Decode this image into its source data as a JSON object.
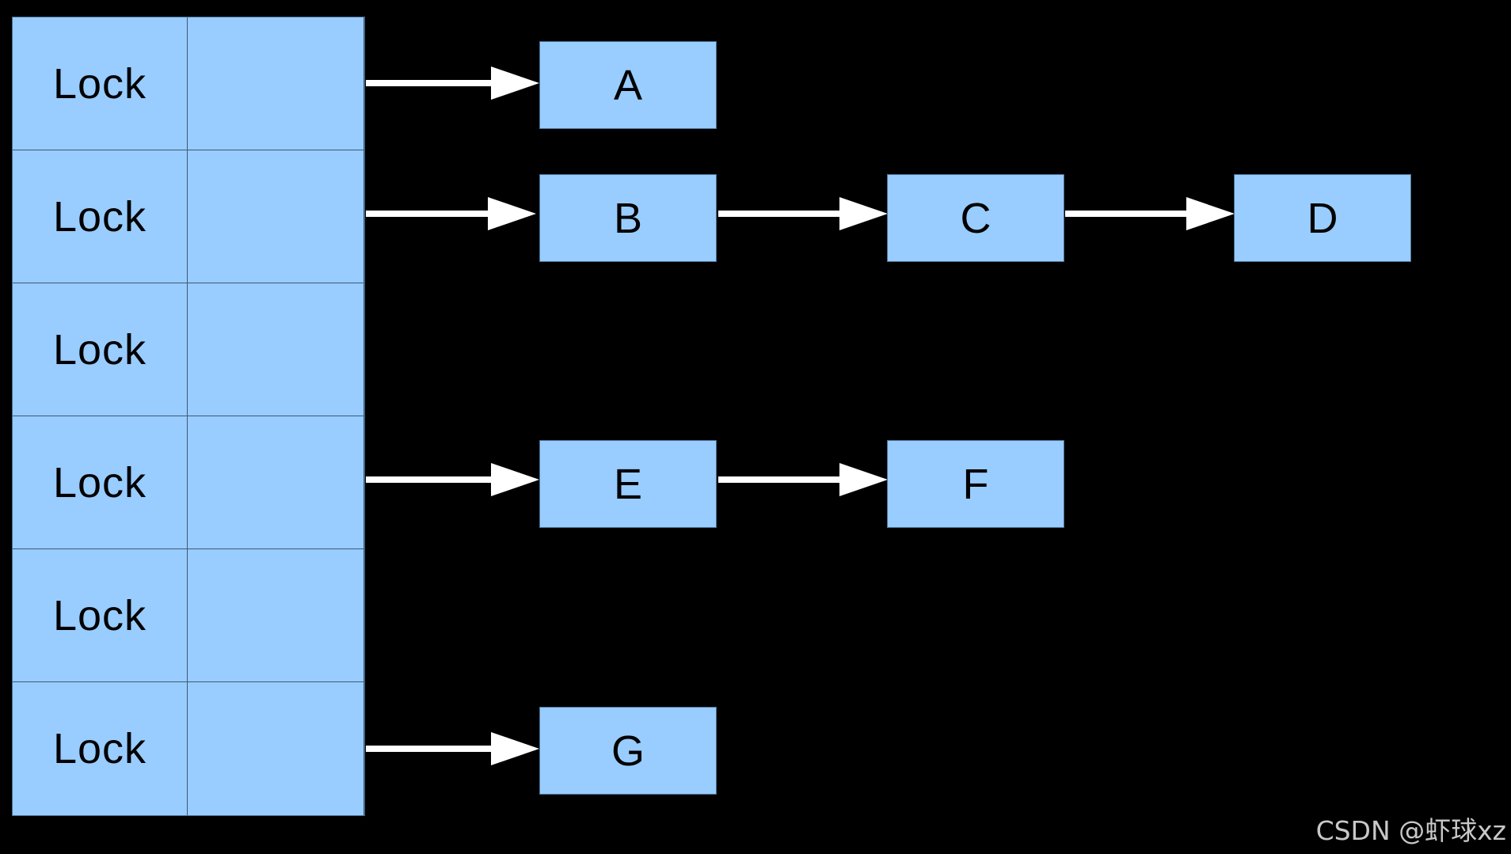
{
  "buckets": [
    {
      "lock_label": "Lock"
    },
    {
      "lock_label": "Lock"
    },
    {
      "lock_label": "Lock"
    },
    {
      "lock_label": "Lock"
    },
    {
      "lock_label": "Lock"
    },
    {
      "lock_label": "Lock"
    }
  ],
  "nodes": {
    "a": "A",
    "b": "B",
    "c": "C",
    "d": "D",
    "e": "E",
    "f": "F",
    "g": "G"
  },
  "colors": {
    "cell_fill": "#99ccff",
    "background": "#000000",
    "arrow": "#ffffff"
  },
  "watermark": "CSDN @虾球xz"
}
